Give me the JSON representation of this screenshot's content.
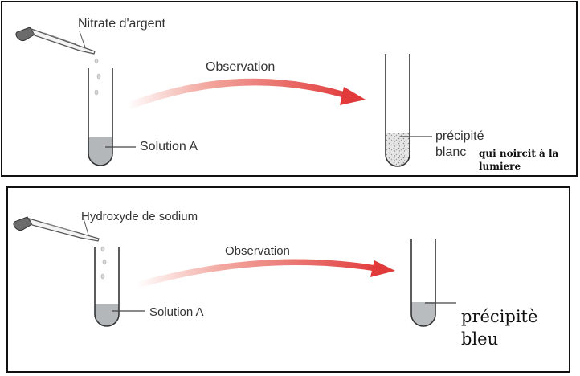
{
  "experiment_1": {
    "reagent": "Nitrate d'argent",
    "arrow_label": "Observation",
    "solution_label": "Solution A",
    "result_line1": "précipité",
    "result_line2": "blanc",
    "result_note_line1": "qui noircit à la",
    "result_note_line2": "lumiere"
  },
  "experiment_2": {
    "reagent": "Hydroxyde de sodium",
    "arrow_label": "Observation",
    "solution_label": "Solution A",
    "result_line1": "précipitè",
    "result_line2": "bleu"
  },
  "colors": {
    "arrow_red": "#e03a3a",
    "liquid_gray": "#b4b7ba",
    "blue_precipitate_gray": "#b9bcbf"
  }
}
